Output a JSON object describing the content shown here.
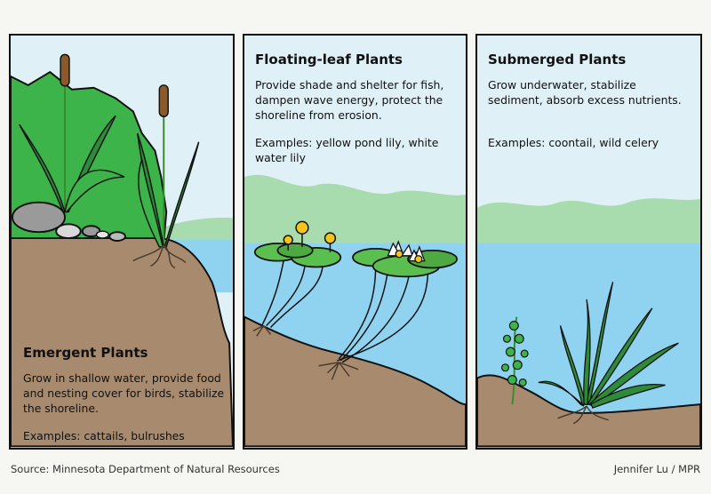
{
  "panels": [
    {
      "title": "Emergent Plants",
      "description": "Grow in shallow water, provide food and nesting cover for birds, stabilize the shoreline.",
      "examples": "Examples: cattails, bulrushes"
    },
    {
      "title": "Floating-leaf Plants",
      "description": "Provide shade and shelter for fish, dampen wave energy, protect the shoreline from erosion.",
      "examples": "Examples: yellow pond lily, white water lily"
    },
    {
      "title": "Submerged Plants",
      "description": "Grow underwater, stabilize sediment, absorb excess nutrients.",
      "examples": "Examples: coontail, wild celery"
    }
  ],
  "footer": {
    "source": "Source: Minnesota Department of Natural Resources",
    "credit": "Jennifer Lu / MPR"
  },
  "colors": {
    "sky": "#dff0f6",
    "water": "#8fd3f1",
    "soil": "#a88b6f",
    "hills": "#a8dcae",
    "leaf": "#3cb44a",
    "lilypad": "#5bbf4f",
    "yellow_lily": "#f5c518"
  }
}
